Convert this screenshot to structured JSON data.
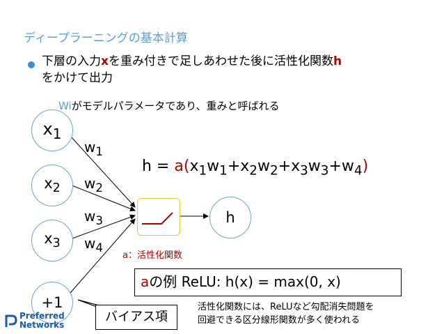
{
  "title": "ディープラーニングの基本計算",
  "bullet": {
    "line1_pre": "下層の入力",
    "line1_x": "x",
    "line1_mid": "を重み付きで足しあわせた後に活性化関数",
    "line1_h": "h",
    "line2": "をかけて出力"
  },
  "note": {
    "wi": "Wi",
    "text": "がモデルパラメータであり、重みと呼ばれる"
  },
  "nodes": {
    "x1": "x",
    "x1_sub": "1",
    "x2": "x",
    "x2_sub": "2",
    "x3": "x",
    "x3_sub": "3",
    "bias": "+1",
    "output": "h"
  },
  "weights": {
    "w1": "w",
    "w1_sub": "1",
    "w2": "w",
    "w2_sub": "2",
    "w3": "w",
    "w3_sub": "3",
    "w4": "w",
    "w4_sub": "4"
  },
  "formula": {
    "h_eq": "h = ",
    "a": "a",
    "open": "(",
    "x": "x",
    "w": "w",
    "plus": "+",
    "s1": "1",
    "s2": "2",
    "s3": "3",
    "s4": "4",
    "close": ")"
  },
  "activation_label": "a：活性化関数",
  "relu": {
    "a": "a",
    "text": "の例 ReLU: h(x) = max(0, x)"
  },
  "bias_label": "バイアス項",
  "bottom_note": {
    "line1": "活性化関数には、ReLUなど勾配消失問題を",
    "line2": "回避できる区分線形関数が多く使われる"
  },
  "logo": {
    "line1": "Preferred",
    "line2": "Networks"
  },
  "colors": {
    "title": "#5aa0d8",
    "highlight": "#b00000",
    "node_border": "#6aa3d8",
    "activation_border": "#e8c43a",
    "bullet": "#3f8fd0"
  }
}
